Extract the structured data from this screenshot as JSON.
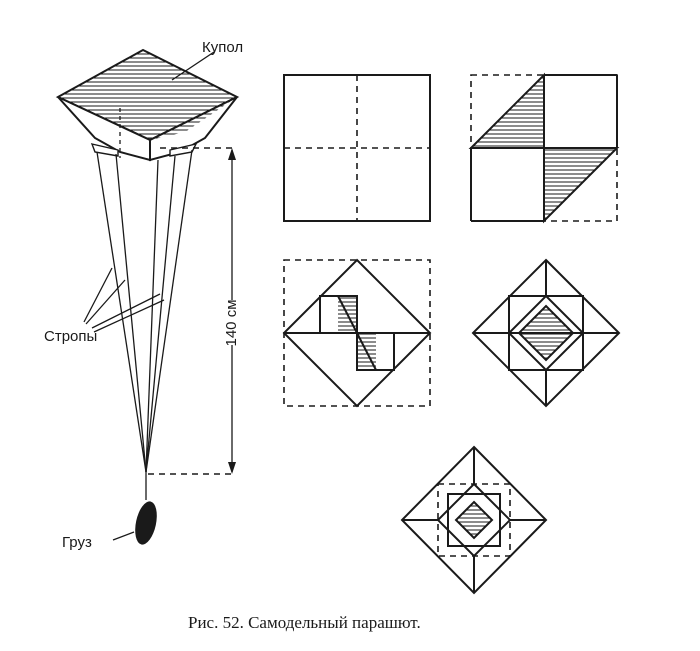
{
  "labels": {
    "canopy": "Купол",
    "lines": "Стропы",
    "load": "Груз",
    "height": "140 см"
  },
  "caption": "Рис. 52. Самодельный парашют."
}
